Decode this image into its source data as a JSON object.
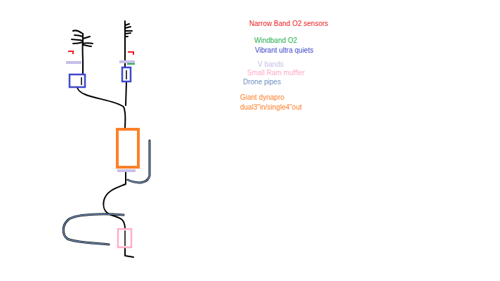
{
  "diagram": {
    "legend": [
      {
        "text": "Narrow Band O2 sensors",
        "color": "#ed1c24"
      },
      {
        "text": "Windband O2",
        "color": "#22b14c"
      },
      {
        "text": "Vibrant ultra quiets",
        "color": "#3f48cc"
      },
      {
        "text": "V bands",
        "color": "#c8bfe7"
      },
      {
        "text": "Small Ram muffler",
        "color": "#ffaec9"
      },
      {
        "text": "Drone pipes",
        "color": "#7092be"
      },
      {
        "text": "Giant dynapro dual3\"in/single4\"out",
        "color": "#ff7f27"
      }
    ]
  }
}
